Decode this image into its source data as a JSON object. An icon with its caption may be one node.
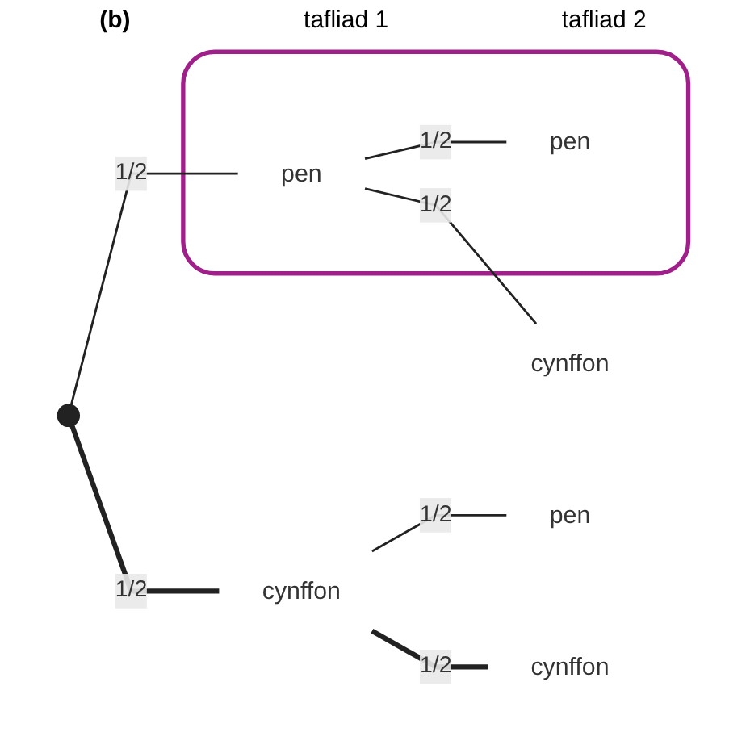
{
  "diagram": {
    "nodes": [
      {
        "text": [],
        "shape": "point"
      },
      {
        "text": [],
        "shape": "box"
      },
      {
        "text": [
          "pen"
        ],
        "in": 1
      },
      {
        "text": [
          "pen"
        ],
        "in": 1
      },
      {
        "text": [
          "cynffon"
        ]
      },
      {
        "text": [
          "cynffon"
        ]
      },
      {
        "text": [
          "pen"
        ]
      },
      {
        "text": [
          "cynffon"
        ]
      }
    ],
    "edges": [
      {
        "from": 0,
        "to": 2,
        "arrow": "none",
        "label": "1/2"
      },
      {
        "from": 2,
        "to": 3,
        "arrow": "none",
        "label": "1/2"
      },
      {
        "from": 2,
        "to": 4,
        "arrow": "none",
        "label": "1/2"
      },
      {
        "from": 0,
        "to": 5,
        "arrow": "none",
        "label": "1/2",
        "style": "thick"
      },
      {
        "from": 5,
        "to": 6,
        "arrow": "none",
        "label": "1/2"
      },
      {
        "from": 5,
        "to": 7,
        "arrow": "none",
        "label": "1/2",
        "style": "thick"
      }
    ],
    "labels": [
      "(b)",
      "tafliad 1",
      "tafliad 2"
    ]
  }
}
